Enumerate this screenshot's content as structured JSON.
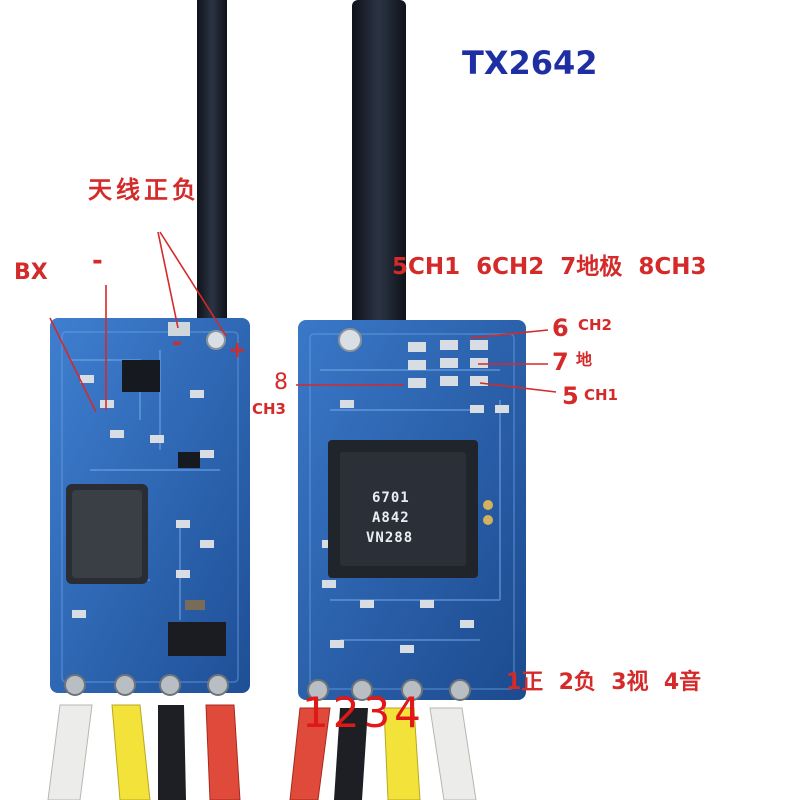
{
  "title": "TX2642",
  "labels": {
    "antenna": "天线正负",
    "bx": "BX",
    "minus_top": "-",
    "minus_pad": "-",
    "plus_pad": "+",
    "channels_top": "5CH1  6CH2  7地极  8CH3",
    "pin8_num": "8",
    "pin8_ch": "CH3",
    "pin6_num": "6",
    "pin6_ch": "CH2",
    "pin7_num": "7",
    "pin7_ch": "地",
    "pin5_num": "5",
    "pin5_ch": "CH1",
    "pins_bottom_left": "1234",
    "pins_bottom_right": "1正  2负  3视  4音"
  },
  "chip_marking": [
    "6701",
    "A842",
    "VN288"
  ],
  "colors": {
    "label_red": "#d42a2a",
    "title_blue": "#1d2fa3",
    "pcb_blue": "#2a67b8",
    "wire_dark": "#1a1f2a"
  }
}
